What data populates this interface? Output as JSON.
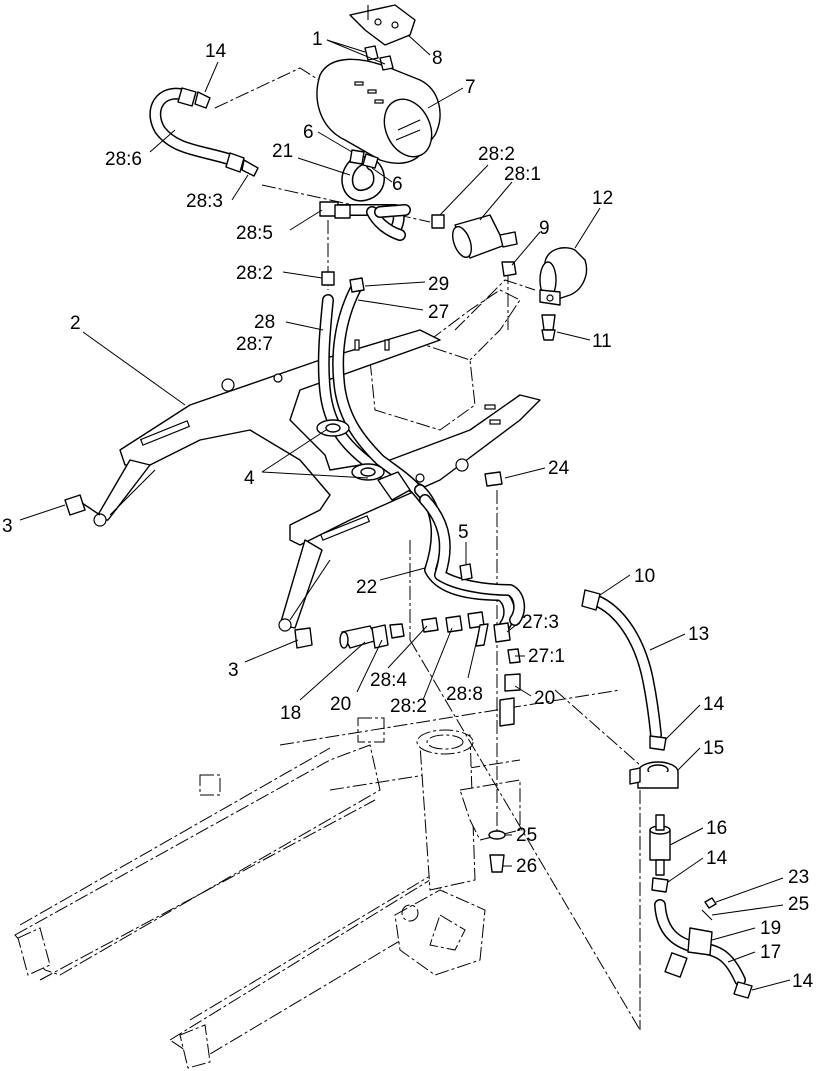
{
  "callouts": [
    {
      "id": "c1",
      "text": "1"
    },
    {
      "id": "c8",
      "text": "8"
    },
    {
      "id": "c14a",
      "text": "14"
    },
    {
      "id": "c7",
      "text": "7"
    },
    {
      "id": "c28_6",
      "text": "28:6"
    },
    {
      "id": "c6a",
      "text": "6"
    },
    {
      "id": "c21",
      "text": "21"
    },
    {
      "id": "c6b",
      "text": "6"
    },
    {
      "id": "c28_2a",
      "text": "28:2"
    },
    {
      "id": "c28_1",
      "text": "28:1"
    },
    {
      "id": "c28_3",
      "text": "28:3"
    },
    {
      "id": "c12",
      "text": "12"
    },
    {
      "id": "c9",
      "text": "9"
    },
    {
      "id": "c28_5",
      "text": "28:5"
    },
    {
      "id": "c28_2b",
      "text": "28:2"
    },
    {
      "id": "c29",
      "text": "29"
    },
    {
      "id": "c27",
      "text": "27"
    },
    {
      "id": "c11",
      "text": "11"
    },
    {
      "id": "c2",
      "text": "2"
    },
    {
      "id": "c28",
      "text": "28"
    },
    {
      "id": "c28_7",
      "text": "28:7"
    },
    {
      "id": "c4",
      "text": "4"
    },
    {
      "id": "c24",
      "text": "24"
    },
    {
      "id": "c3a",
      "text": "3"
    },
    {
      "id": "c5",
      "text": "5"
    },
    {
      "id": "c22",
      "text": "22"
    },
    {
      "id": "c10",
      "text": "10"
    },
    {
      "id": "c13",
      "text": "13"
    },
    {
      "id": "c27_3",
      "text": "27:3"
    },
    {
      "id": "c27_1",
      "text": "27:1"
    },
    {
      "id": "c3b",
      "text": "3"
    },
    {
      "id": "c28_4",
      "text": "28:4"
    },
    {
      "id": "c20a",
      "text": "20"
    },
    {
      "id": "c28_2c",
      "text": "28:2"
    },
    {
      "id": "c28_8",
      "text": "28:8"
    },
    {
      "id": "c20b",
      "text": "20"
    },
    {
      "id": "c18",
      "text": "18"
    },
    {
      "id": "c14b",
      "text": "14"
    },
    {
      "id": "c15",
      "text": "15"
    },
    {
      "id": "c25a",
      "text": "25"
    },
    {
      "id": "c26",
      "text": "26"
    },
    {
      "id": "c16",
      "text": "16"
    },
    {
      "id": "c14c",
      "text": "14"
    },
    {
      "id": "c23",
      "text": "23"
    },
    {
      "id": "c25b",
      "text": "25"
    },
    {
      "id": "c19",
      "text": "19"
    },
    {
      "id": "c17",
      "text": "17"
    },
    {
      "id": "c14d",
      "text": "14"
    }
  ]
}
